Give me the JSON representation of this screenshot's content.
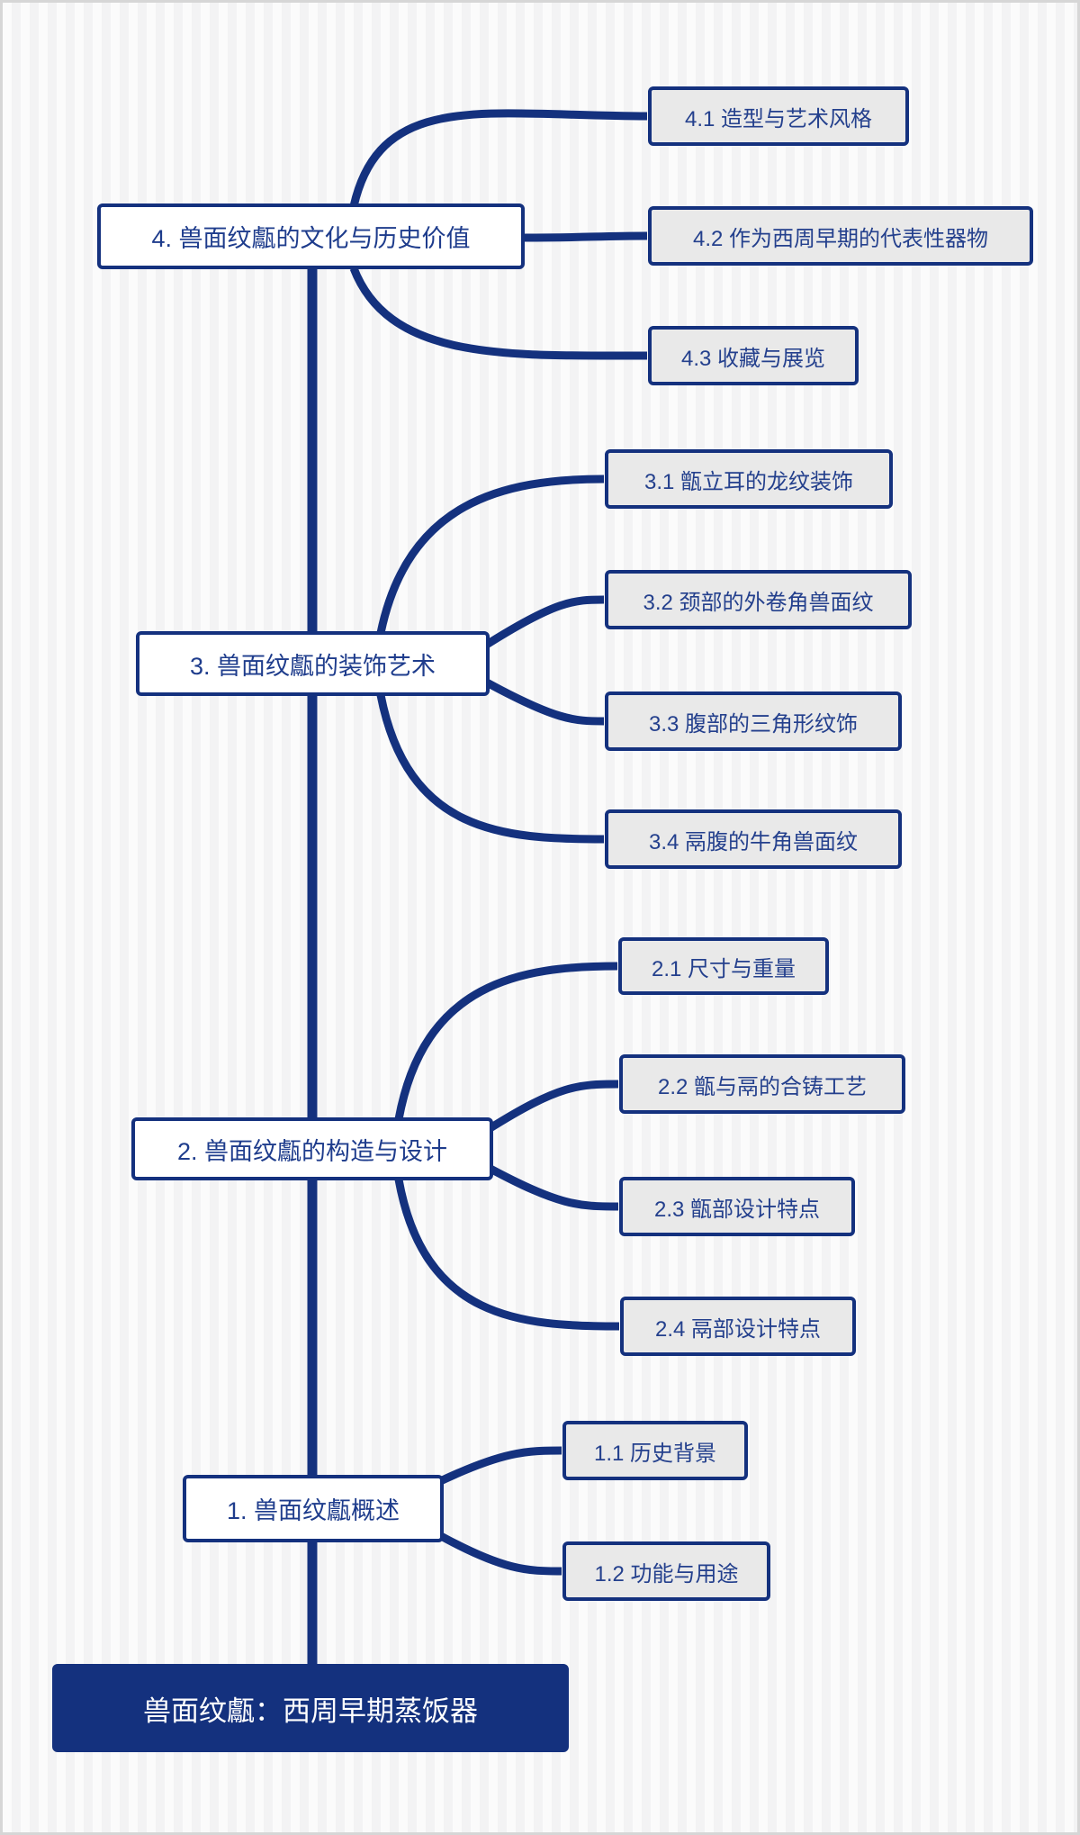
{
  "colors": {
    "accent": "#14317e",
    "main_node_fill": "#ffffff",
    "child_node_fill": "#e9e9e9",
    "root_fill": "#14317e",
    "root_text": "#ffffff"
  },
  "root": {
    "label": "兽面纹甗：西周早期蒸饭器"
  },
  "branches": [
    {
      "label": "1. 兽面纹甗概述",
      "children": [
        {
          "label": "1.1 历史背景"
        },
        {
          "label": "1.2 功能与用途"
        }
      ]
    },
    {
      "label": "2. 兽面纹甗的构造与设计",
      "children": [
        {
          "label": "2.1 尺寸与重量"
        },
        {
          "label": "2.2 甑与鬲的合铸工艺"
        },
        {
          "label": "2.3 甑部设计特点"
        },
        {
          "label": "2.4 鬲部设计特点"
        }
      ]
    },
    {
      "label": "3. 兽面纹甗的装饰艺术",
      "children": [
        {
          "label": "3.1 甑立耳的龙纹装饰"
        },
        {
          "label": "3.2 颈部的外卷角兽面纹"
        },
        {
          "label": "3.3 腹部的三角形纹饰"
        },
        {
          "label": "3.4 鬲腹的牛角兽面纹"
        }
      ]
    },
    {
      "label": "4. 兽面纹甗的文化与历史价值",
      "children": [
        {
          "label": "4.1 造型与艺术风格"
        },
        {
          "label": "4.2 作为西周早期的代表性器物"
        },
        {
          "label": "4.3 收藏与展览"
        }
      ]
    }
  ]
}
